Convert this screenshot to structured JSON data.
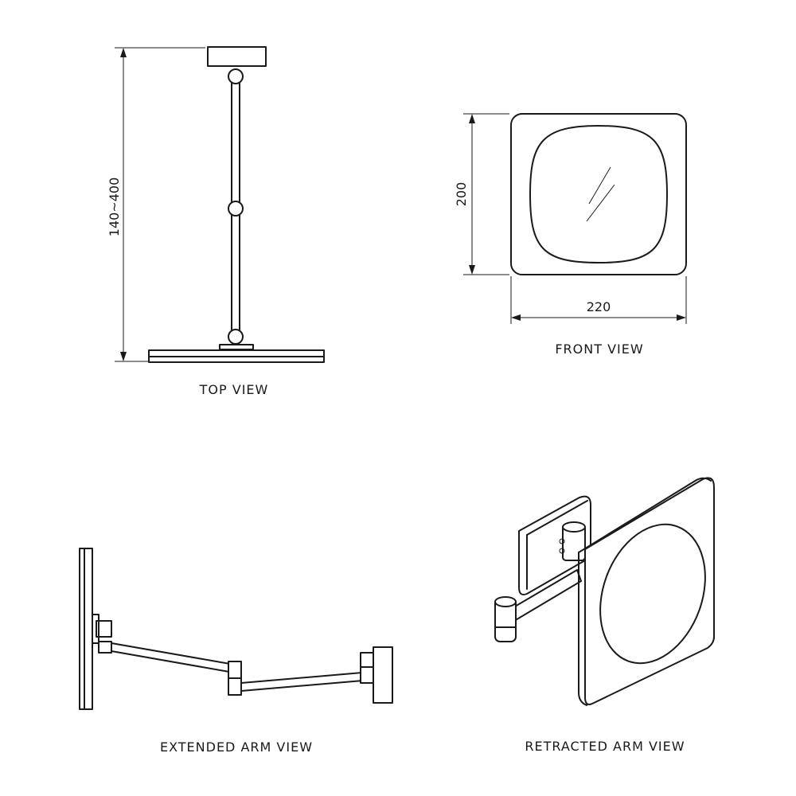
{
  "views": {
    "top": {
      "label": "TOP VIEW",
      "dimension": "140~400"
    },
    "front": {
      "label": "FRONT VIEW",
      "height_dimension": "200",
      "width_dimension": "220"
    },
    "extended": {
      "label": "EXTENDED ARM VIEW"
    },
    "retracted": {
      "label": "RETRACTED ARM VIEW"
    }
  },
  "colors": {
    "line": "#1a1a1a",
    "background": "#ffffff"
  }
}
